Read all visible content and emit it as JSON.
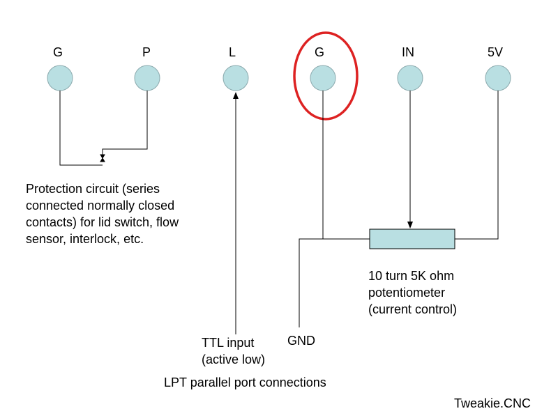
{
  "pins": [
    {
      "label": "G"
    },
    {
      "label": "P"
    },
    {
      "label": "L"
    },
    {
      "label": "G"
    },
    {
      "label": "IN"
    },
    {
      "label": "5V"
    }
  ],
  "protection_text": [
    "Protection circuit (series",
    "connected normally closed",
    "contacts) for lid switch, flow",
    "sensor, interlock, etc."
  ],
  "pot_text": [
    "10 turn 5K ohm",
    "potentiometer",
    "(current control)"
  ],
  "ttl_text": [
    "TTL input",
    "(active low)"
  ],
  "gnd_label": "GND",
  "caption": "LPT parallel port connections",
  "credit": "Tweakie.CNC",
  "colors": {
    "pin_fill": "#b9dfe2",
    "pin_stroke": "#8aa9ad",
    "highlight": "#dd2222",
    "wire": "#000000"
  }
}
